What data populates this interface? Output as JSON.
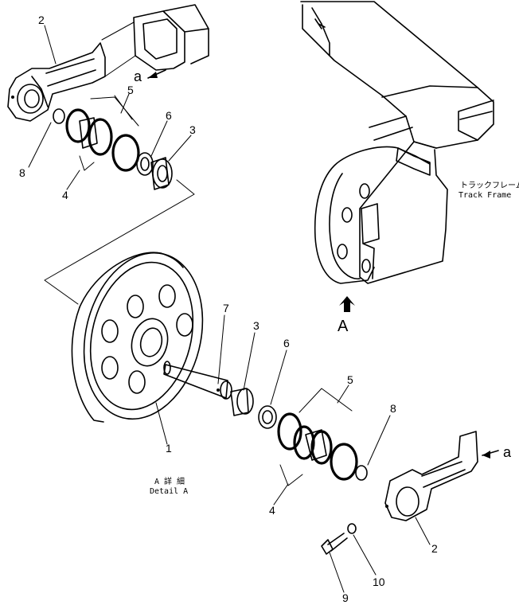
{
  "callouts": {
    "c1": "1",
    "c2_top": "2",
    "c2_bottom": "2",
    "c3_top": "3",
    "c3_mid": "3",
    "c4_top": "4",
    "c4_bottom": "4",
    "c5_top": "5",
    "c5_bottom": "5",
    "c6_top": "6",
    "c6_mid": "6",
    "c7": "7",
    "c8_top": "8",
    "c8_bottom": "8",
    "c9": "9",
    "c10": "10"
  },
  "view_markers": {
    "a_top": "a",
    "a_right": "a",
    "A_big": "A"
  },
  "labels": {
    "track_frame_jp": "トラックフレーム",
    "track_frame_en": "Track Frame",
    "detail_jp": "A 詳 細",
    "detail_en": "Detail A"
  }
}
